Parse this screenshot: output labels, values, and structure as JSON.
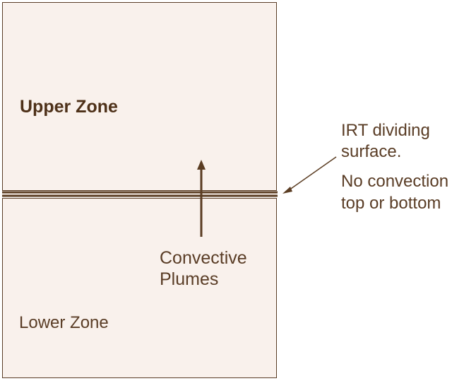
{
  "colors": {
    "zone_fill": "#f9f1ec",
    "zone_border": "#5a3d26",
    "surface_line": "#5b3d23",
    "text": "#5a3d26"
  },
  "zones": {
    "upper_label": "Upper Zone",
    "lower_label": "Lower Zone"
  },
  "plumes": {
    "line1": "Convective",
    "line2": "Plumes"
  },
  "annotation": {
    "irt_line1": "IRT dividing",
    "irt_line2": "surface.",
    "noconv_line1": "No convection",
    "noconv_line2": "top or bottom"
  }
}
